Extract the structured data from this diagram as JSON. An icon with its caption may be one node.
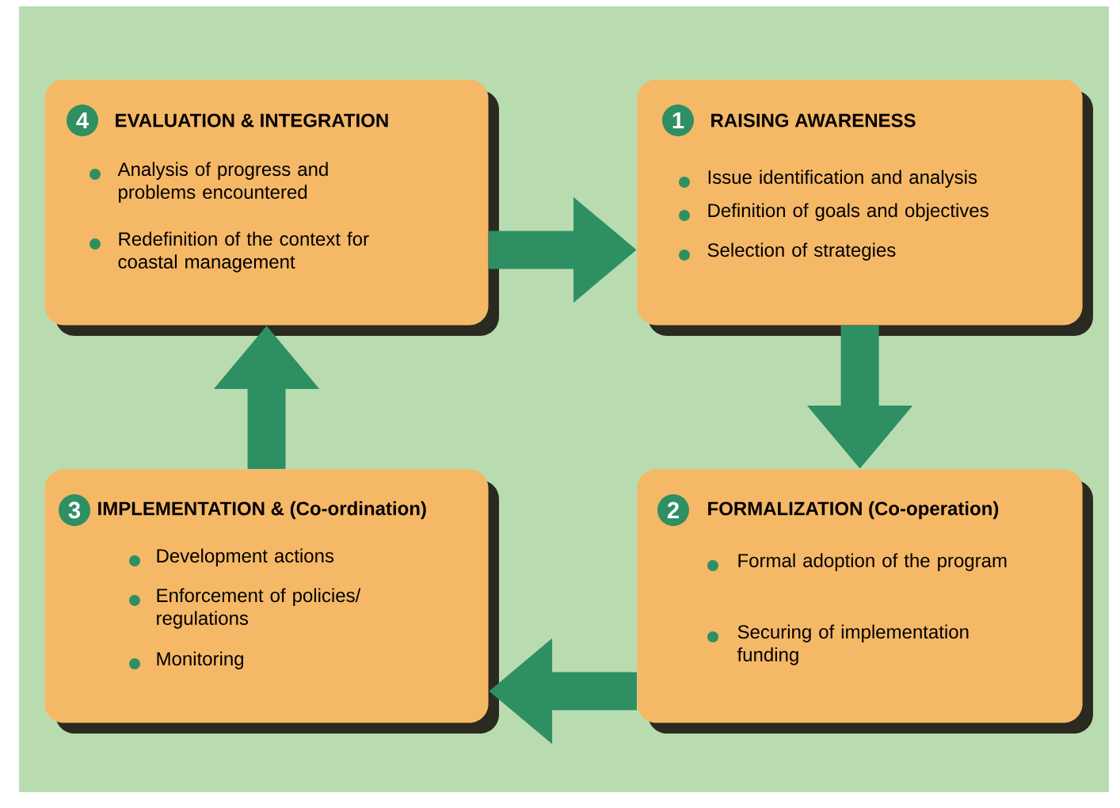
{
  "diagram": {
    "nodes": [
      {
        "text": [
          "4",
          "EVALUATION & INTEGRATION",
          "Analysis of progress and problems encountered",
          "Redefinition of the context for coastal management"
        ]
      },
      {
        "text": [
          "1",
          "RAISING AWARENESS",
          "Issue identification and analysis",
          "Definition of goals and objectives",
          "Selection of strategies"
        ]
      },
      {
        "text": [
          "3",
          "IMPLEMENTATION & (Co-ordination)",
          "Development actions",
          "Enforcement of policies/ regulations",
          "Monitoring"
        ]
      },
      {
        "text": [
          "2",
          "FORMALIZATION (Co-operation)",
          "Formal adoption of the program",
          "Securing of implementation funding"
        ]
      }
    ],
    "edges": [
      {
        "from": 0,
        "to": 1,
        "arrow": "to"
      },
      {
        "from": 1,
        "to": 3,
        "arrow": "to"
      },
      {
        "from": 3,
        "to": 2,
        "arrow": "to"
      },
      {
        "from": 2,
        "to": 0,
        "arrow": "to"
      }
    ]
  }
}
